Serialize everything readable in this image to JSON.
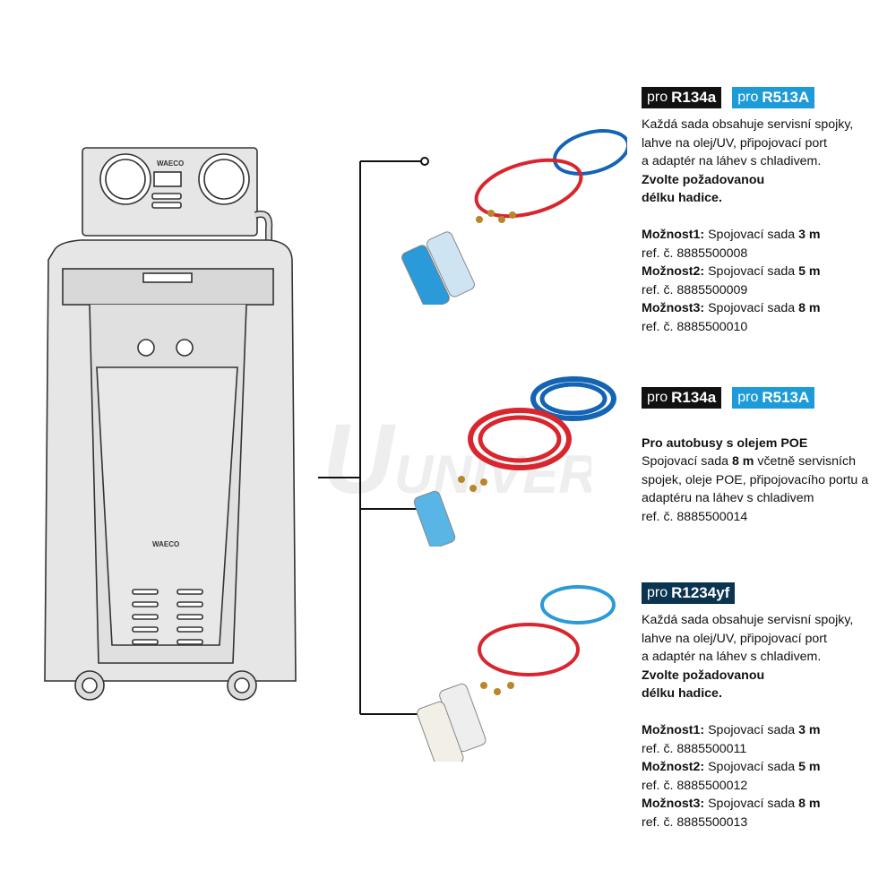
{
  "machine": {
    "brand": "WAECO"
  },
  "watermark": "UNIVER",
  "colors": {
    "black_badge": "#111111",
    "blue_badge": "#1d9bd8",
    "navy_badge": "#0b3450",
    "hose_red": "#d9262e",
    "hose_blue": "#1464b4"
  },
  "blocks": [
    {
      "badges": [
        {
          "prefix": "pro",
          "name": "R134a",
          "color": "#111111"
        },
        {
          "prefix": "pro",
          "name": "R513A",
          "color": "#1d9bd8"
        }
      ],
      "lines": [
        [
          {
            "t": "Každá sada obsahuje servisní spojky,"
          }
        ],
        [
          {
            "t": "lahve na olej/UV, připojovací port"
          }
        ],
        [
          {
            "t": "a adaptér na láhev s chladivem."
          }
        ],
        [
          {
            "t": "Zvolte požadovanou",
            "b": true
          }
        ],
        [
          {
            "t": "délku hadice.",
            "b": true
          }
        ],
        [],
        [
          {
            "t": "Možnost1:",
            "b": true
          },
          {
            "t": " Spojovací sada "
          },
          {
            "t": "3 m",
            "b": true
          }
        ],
        [
          {
            "t": "ref. č. 8885500008"
          }
        ],
        [
          {
            "t": "Možnost2:",
            "b": true
          },
          {
            "t": " Spojovací sada "
          },
          {
            "t": "5 m",
            "b": true
          }
        ],
        [
          {
            "t": "ref. č. 8885500009"
          }
        ],
        [
          {
            "t": "Možnost3:",
            "b": true
          },
          {
            "t": " Spojovací sada "
          },
          {
            "t": "8 m",
            "b": true
          }
        ],
        [
          {
            "t": "ref. č. 8885500010"
          }
        ]
      ]
    },
    {
      "badges": [
        {
          "prefix": "pro",
          "name": "R134a",
          "color": "#111111"
        },
        {
          "prefix": "pro",
          "name": "R513A",
          "color": "#1d9bd8"
        }
      ],
      "lines": [
        [],
        [
          {
            "t": "Pro autobusy s olejem POE",
            "b": true
          }
        ],
        [
          {
            "t": "Spojovací sada "
          },
          {
            "t": "8 m",
            "b": true
          },
          {
            "t": " včetně servisních"
          }
        ],
        [
          {
            "t": "spojek, oleje POE, připojovacího portu a"
          }
        ],
        [
          {
            "t": "adaptéru na láhev s chladivem"
          }
        ],
        [
          {
            "t": "ref. č. 8885500014"
          }
        ]
      ]
    },
    {
      "badges": [
        {
          "prefix": "pro",
          "name": "R1234yf",
          "color": "#0b3450"
        }
      ],
      "lines": [
        [
          {
            "t": "Každá sada obsahuje servisní spojky,"
          }
        ],
        [
          {
            "t": "lahve na olej/UV, připojovací port"
          }
        ],
        [
          {
            "t": "a adaptér na láhev s chladivem."
          }
        ],
        [
          {
            "t": "Zvolte požadovanou",
            "b": true
          }
        ],
        [
          {
            "t": "délku hadice.",
            "b": true
          }
        ],
        [],
        [
          {
            "t": "Možnost1:",
            "b": true
          },
          {
            "t": " Spojovací sada "
          },
          {
            "t": "3 m",
            "b": true
          }
        ],
        [
          {
            "t": "ref. č. 8885500011"
          }
        ],
        [
          {
            "t": "Možnost2:",
            "b": true
          },
          {
            "t": " Spojovací sada "
          },
          {
            "t": "5 m",
            "b": true
          }
        ],
        [
          {
            "t": "ref. č. 8885500012"
          }
        ],
        [
          {
            "t": "Možnost3:",
            "b": true
          },
          {
            "t": " Spojovací sada "
          },
          {
            "t": "8 m",
            "b": true
          }
        ],
        [
          {
            "t": "ref. č. 8885500013"
          }
        ]
      ]
    }
  ]
}
